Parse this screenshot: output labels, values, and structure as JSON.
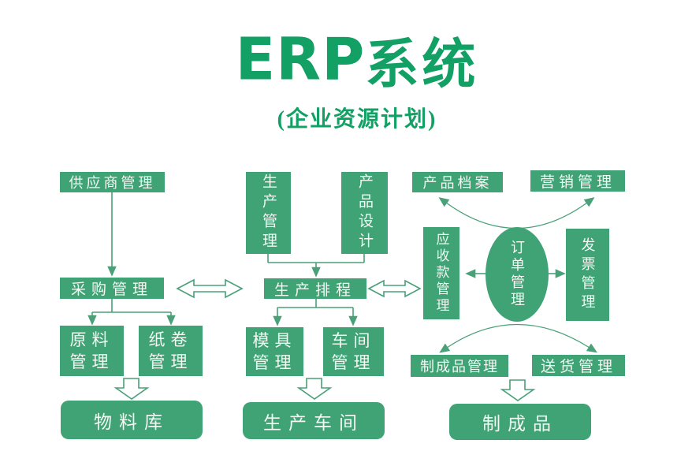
{
  "header": {
    "title_en": "ERP",
    "title_cn": "系统",
    "subtitle": "(企业资源计划)"
  },
  "colors": {
    "box_green": "#3fa376",
    "title_green": "#12a065",
    "line_green": "#4aa078",
    "text_white": "#f3f8f3",
    "background": "#ffffff"
  },
  "nodes": {
    "supplier_mgmt": {
      "label": "供应商管理"
    },
    "purchase_mgmt": {
      "label": "采购管理"
    },
    "raw_material_mgmt": {
      "line1": "原料",
      "line2": "管理"
    },
    "paper_roll_mgmt": {
      "line1": "纸卷",
      "line2": "管理"
    },
    "material_warehouse": {
      "label": "物料库"
    },
    "production_mgmt": {
      "label": "生产管理"
    },
    "product_design": {
      "label": "产品设计"
    },
    "production_scheduling": {
      "label": "生产排程"
    },
    "mold_mgmt": {
      "line1": "模具",
      "line2": "管理"
    },
    "workshop_mgmt": {
      "line1": "车间",
      "line2": "管理"
    },
    "production_workshop": {
      "label": "生产车间"
    },
    "product_archive": {
      "label": "产品档案"
    },
    "marketing_mgmt": {
      "label": "营销管理"
    },
    "receivables_mgmt": {
      "label": "应收款管理"
    },
    "order_mgmt": {
      "label": "订单管理"
    },
    "invoice_mgmt": {
      "label": "发票管理"
    },
    "finished_product_mgmt": {
      "label": "制成品管理"
    },
    "delivery_mgmt": {
      "label": "送货管理"
    },
    "finished_product": {
      "label": "制成品"
    }
  }
}
